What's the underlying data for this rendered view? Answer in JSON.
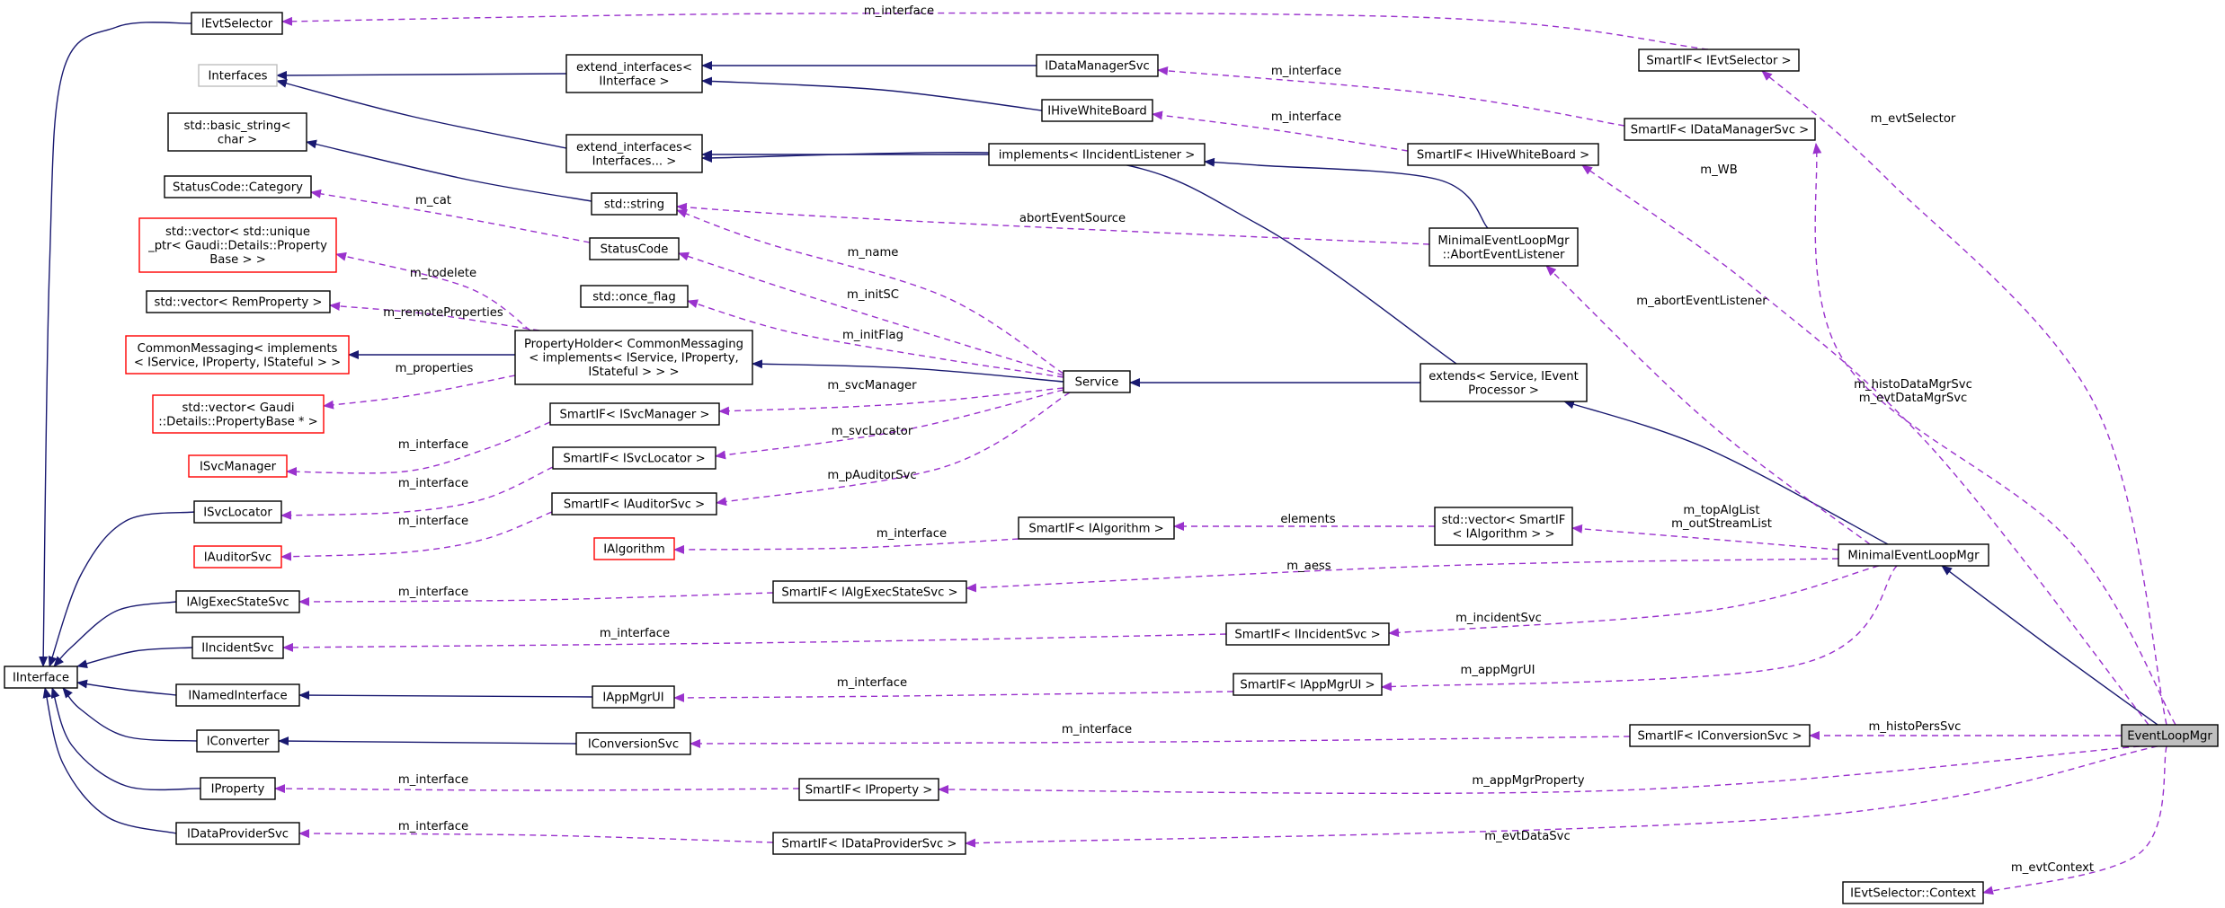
{
  "colors": {
    "node_fill": "#ffffff",
    "node_border": "#000000",
    "node_border_external": "#bfbfbf",
    "node_border_undocumented": "#ff0000",
    "node_fill_focus": "#bfbfbf",
    "inheritance_edge": "#191970",
    "usage_edge": "#9a32cd"
  },
  "nodes": [
    {
      "id": "ievtselector",
      "lines": [
        "IEvtSelector"
      ],
      "style": "normal"
    },
    {
      "id": "interfaces",
      "lines": [
        "Interfaces"
      ],
      "style": "external"
    },
    {
      "id": "std-basic-string",
      "lines": [
        "std::basic_string<",
        "char >"
      ],
      "style": "normal"
    },
    {
      "id": "statuscode-category",
      "lines": [
        "StatusCode::Category"
      ],
      "style": "normal"
    },
    {
      "id": "std-vector-unique-ptr",
      "lines": [
        "std::vector< std::unique",
        "_ptr< Gaudi::Details::Property",
        "Base > >"
      ],
      "style": "undocumented"
    },
    {
      "id": "std-vector-remproperty",
      "lines": [
        "std::vector< RemProperty >"
      ],
      "style": "normal"
    },
    {
      "id": "commonmessaging",
      "lines": [
        "CommonMessaging< implements",
        "< IService, IProperty, IStateful > >"
      ],
      "style": "undocumented"
    },
    {
      "id": "std-vector-propertybase",
      "lines": [
        "std::vector< Gaudi",
        "::Details::PropertyBase * >"
      ],
      "style": "undocumented"
    },
    {
      "id": "isvcmanager",
      "lines": [
        "ISvcManager"
      ],
      "style": "undocumented"
    },
    {
      "id": "isvclocator",
      "lines": [
        "ISvcLocator"
      ],
      "style": "normal"
    },
    {
      "id": "iauditorsvc",
      "lines": [
        "IAuditorSvc"
      ],
      "style": "undocumented"
    },
    {
      "id": "ialgexecstatesvc",
      "lines": [
        "IAlgExecStateSvc"
      ],
      "style": "normal"
    },
    {
      "id": "iincidentsvc",
      "lines": [
        "IIncidentSvc"
      ],
      "style": "normal"
    },
    {
      "id": "iinterface",
      "lines": [
        "IInterface"
      ],
      "style": "normal"
    },
    {
      "id": "inamedinterface",
      "lines": [
        "INamedInterface"
      ],
      "style": "normal"
    },
    {
      "id": "iconverter",
      "lines": [
        "IConverter"
      ],
      "style": "normal"
    },
    {
      "id": "iproperty",
      "lines": [
        "IProperty"
      ],
      "style": "normal"
    },
    {
      "id": "idataprovidersvc",
      "lines": [
        "IDataProviderSvc"
      ],
      "style": "normal"
    },
    {
      "id": "extend-interfaces-iinterface",
      "lines": [
        "extend_interfaces<",
        "IInterface >"
      ],
      "style": "normal"
    },
    {
      "id": "extend-interfaces-variadic",
      "lines": [
        "extend_interfaces<",
        "Interfaces... >"
      ],
      "style": "normal"
    },
    {
      "id": "std-string",
      "lines": [
        "std::string"
      ],
      "style": "normal"
    },
    {
      "id": "statuscode",
      "lines": [
        "StatusCode"
      ],
      "style": "normal"
    },
    {
      "id": "std-once-flag",
      "lines": [
        "std::once_flag"
      ],
      "style": "normal"
    },
    {
      "id": "propertyholder",
      "lines": [
        "PropertyHolder< CommonMessaging",
        "< implements< IService, IProperty,",
        "IStateful > > >"
      ],
      "style": "normal"
    },
    {
      "id": "smartif-isvcmanager",
      "lines": [
        "SmartIF< ISvcManager >"
      ],
      "style": "normal"
    },
    {
      "id": "smartif-isvclocator",
      "lines": [
        "SmartIF< ISvcLocator >"
      ],
      "style": "normal"
    },
    {
      "id": "smartif-iauditorsvc",
      "lines": [
        "SmartIF< IAuditorSvc >"
      ],
      "style": "normal"
    },
    {
      "id": "ialgorithm",
      "lines": [
        "IAlgorithm"
      ],
      "style": "undocumented"
    },
    {
      "id": "smartif-ialgexecstatesvc",
      "lines": [
        "SmartIF< IAlgExecStateSvc >"
      ],
      "style": "normal"
    },
    {
      "id": "iappmgrui",
      "lines": [
        "IAppMgrUI"
      ],
      "style": "normal"
    },
    {
      "id": "iconversionsvc",
      "lines": [
        "IConversionSvc"
      ],
      "style": "normal"
    },
    {
      "id": "smartif-iproperty",
      "lines": [
        "SmartIF< IProperty >"
      ],
      "style": "normal"
    },
    {
      "id": "smartif-idataprovidersvc",
      "lines": [
        "SmartIF< IDataProviderSvc >"
      ],
      "style": "normal"
    },
    {
      "id": "idatamanagersvc",
      "lines": [
        "IDataManagerSvc"
      ],
      "style": "normal"
    },
    {
      "id": "ihivewhiteboard",
      "lines": [
        "IHiveWhiteBoard"
      ],
      "style": "normal"
    },
    {
      "id": "implements-iincidentlistener",
      "lines": [
        "implements< IIncidentListener >"
      ],
      "style": "normal"
    },
    {
      "id": "service",
      "lines": [
        "Service"
      ],
      "style": "normal"
    },
    {
      "id": "smartif-ialgorithm",
      "lines": [
        "SmartIF< IAlgorithm >"
      ],
      "style": "normal"
    },
    {
      "id": "smartif-iincidentsvc",
      "lines": [
        "SmartIF< IIncidentSvc >"
      ],
      "style": "normal"
    },
    {
      "id": "smartif-iappmgrui",
      "lines": [
        "SmartIF< IAppMgrUI >"
      ],
      "style": "normal"
    },
    {
      "id": "smartif-ievtselector",
      "lines": [
        "SmartIF< IEvtSelector >"
      ],
      "style": "normal"
    },
    {
      "id": "smartif-idatamanagersvc",
      "lines": [
        "SmartIF< IDataManagerSvc >"
      ],
      "style": "normal"
    },
    {
      "id": "smartif-ihivewhiteboard",
      "lines": [
        "SmartIF< IHiveWhiteBoard >"
      ],
      "style": "normal"
    },
    {
      "id": "abort-event-listener",
      "lines": [
        "MinimalEventLoopMgr",
        "::AbortEventListener"
      ],
      "style": "normal"
    },
    {
      "id": "extends-service-ieventprocessor",
      "lines": [
        "extends< Service, IEvent",
        "Processor >"
      ],
      "style": "normal"
    },
    {
      "id": "std-vector-smartif-ialgorithm",
      "lines": [
        "std::vector< SmartIF",
        "< IAlgorithm > >"
      ],
      "style": "normal"
    },
    {
      "id": "minimaleventloopmgr",
      "lines": [
        "MinimalEventLoopMgr"
      ],
      "style": "normal"
    },
    {
      "id": "smartif-iconversionsvc",
      "lines": [
        "SmartIF< IConversionSvc >"
      ],
      "style": "normal"
    },
    {
      "id": "ievtselector-context",
      "lines": [
        "IEvtSelector::Context"
      ],
      "style": "normal"
    },
    {
      "id": "eventloopmgr",
      "lines": [
        "EventLoopMgr"
      ],
      "style": "focus"
    }
  ],
  "inheritance_edges": [
    {
      "from": "ievtselector",
      "to": "iinterface"
    },
    {
      "from": "isvclocator",
      "to": "iinterface"
    },
    {
      "from": "ialgexecstatesvc",
      "to": "iinterface"
    },
    {
      "from": "iincidentsvc",
      "to": "iinterface"
    },
    {
      "from": "inamedinterface",
      "to": "iinterface"
    },
    {
      "from": "iconverter",
      "to": "iinterface"
    },
    {
      "from": "iproperty",
      "to": "iinterface"
    },
    {
      "from": "idataprovidersvc",
      "to": "iinterface"
    },
    {
      "from": "extend-interfaces-iinterface",
      "to": "interfaces"
    },
    {
      "from": "extend-interfaces-variadic",
      "to": "interfaces"
    },
    {
      "from": "std-string",
      "to": "std-basic-string"
    },
    {
      "from": "propertyholder",
      "to": "commonmessaging"
    },
    {
      "from": "iappmgrui",
      "to": "inamedinterface"
    },
    {
      "from": "iconversionsvc",
      "to": "iconverter"
    },
    {
      "from": "idatamanagersvc",
      "to": "extend-interfaces-iinterface"
    },
    {
      "from": "ihivewhiteboard",
      "to": "extend-interfaces-iinterface"
    },
    {
      "from": "implements-iincidentlistener",
      "to": "extend-interfaces-variadic"
    },
    {
      "from": "service",
      "to": "propertyholder"
    },
    {
      "from": "extends-service-ieventprocessor",
      "to": "service"
    },
    {
      "from": "extends-service-ieventprocessor",
      "to": "extend-interfaces-variadic"
    },
    {
      "from": "abort-event-listener",
      "to": "implements-iincidentlistener"
    },
    {
      "from": "minimaleventloopmgr",
      "to": "extends-service-ieventprocessor"
    },
    {
      "from": "eventloopmgr",
      "to": "minimaleventloopmgr"
    }
  ],
  "usage_edges": [
    {
      "from": "smartif-ievtselector",
      "to": "ievtselector",
      "label": "m_interface"
    },
    {
      "from": "smartif-idatamanagersvc",
      "to": "idatamanagersvc",
      "label": "m_interface"
    },
    {
      "from": "smartif-ihivewhiteboard",
      "to": "ihivewhiteboard",
      "label": "m_interface"
    },
    {
      "from": "statuscode",
      "to": "statuscode-category",
      "label": "m_cat"
    },
    {
      "from": "abort-event-listener",
      "to": "std-string",
      "label": "abortEventSource"
    },
    {
      "from": "service",
      "to": "std-string",
      "label": "m_name"
    },
    {
      "from": "service",
      "to": "statuscode",
      "label": "m_initSC"
    },
    {
      "from": "service",
      "to": "std-once-flag",
      "label": "m_initFlag"
    },
    {
      "from": "propertyholder",
      "to": "std-vector-unique-ptr",
      "label": "m_todelete"
    },
    {
      "from": "propertyholder",
      "to": "std-vector-remproperty",
      "label": "m_remoteProperties"
    },
    {
      "from": "propertyholder",
      "to": "std-vector-propertybase",
      "label": "m_properties"
    },
    {
      "from": "service",
      "to": "smartif-isvcmanager",
      "label": "m_svcManager"
    },
    {
      "from": "service",
      "to": "smartif-isvclocator",
      "label": "m_svcLocator"
    },
    {
      "from": "service",
      "to": "smartif-iauditorsvc",
      "label": "m_pAuditorSvc"
    },
    {
      "from": "smartif-isvcmanager",
      "to": "isvcmanager",
      "label": "m_interface"
    },
    {
      "from": "smartif-isvclocator",
      "to": "isvclocator",
      "label": "m_interface"
    },
    {
      "from": "smartif-iauditorsvc",
      "to": "iauditorsvc",
      "label": "m_interface"
    },
    {
      "from": "smartif-ialgorithm",
      "to": "ialgorithm",
      "label": "m_interface"
    },
    {
      "from": "std-vector-smartif-ialgorithm",
      "to": "smartif-ialgorithm",
      "label": "elements"
    },
    {
      "from": "smartif-ialgexecstatesvc",
      "to": "ialgexecstatesvc",
      "label": "m_interface"
    },
    {
      "from": "smartif-iincidentsvc",
      "to": "iincidentsvc",
      "label": "m_interface"
    },
    {
      "from": "smartif-iappmgrui",
      "to": "iappmgrui",
      "label": "m_interface"
    },
    {
      "from": "smartif-iconversionsvc",
      "to": "iconversionsvc",
      "label": "m_interface"
    },
    {
      "from": "smartif-iproperty",
      "to": "iproperty",
      "label": "m_interface"
    },
    {
      "from": "smartif-idataprovidersvc",
      "to": "idataprovidersvc",
      "label": "m_interface"
    },
    {
      "from": "minimaleventloopmgr",
      "to": "std-vector-smartif-ialgorithm",
      "label": "m_topAlgList\nm_outStreamList"
    },
    {
      "from": "minimaleventloopmgr",
      "to": "smartif-ialgexecstatesvc",
      "label": "m_aess"
    },
    {
      "from": "minimaleventloopmgr",
      "to": "smartif-iincidentsvc",
      "label": "m_incidentSvc"
    },
    {
      "from": "minimaleventloopmgr",
      "to": "smartif-iappmgrui",
      "label": "m_appMgrUI"
    },
    {
      "from": "minimaleventloopmgr",
      "to": "abort-event-listener",
      "label": "m_abortEventListener"
    },
    {
      "from": "eventloopmgr",
      "to": "smartif-ievtselector",
      "label": "m_evtSelector"
    },
    {
      "from": "eventloopmgr",
      "to": "smartif-ihivewhiteboard",
      "label": "m_WB"
    },
    {
      "from": "eventloopmgr",
      "to": "smartif-idatamanagersvc",
      "label": "m_histoDataMgrSvc\nm_evtDataMgrSvc"
    },
    {
      "from": "eventloopmgr",
      "to": "smartif-iconversionsvc",
      "label": "m_histoPersSvc"
    },
    {
      "from": "eventloopmgr",
      "to": "smartif-iproperty",
      "label": "m_appMgrProperty"
    },
    {
      "from": "eventloopmgr",
      "to": "smartif-idataprovidersvc",
      "label": "m_evtDataSvc"
    },
    {
      "from": "eventloopmgr",
      "to": "ievtselector-context",
      "label": "m_evtContext"
    }
  ]
}
